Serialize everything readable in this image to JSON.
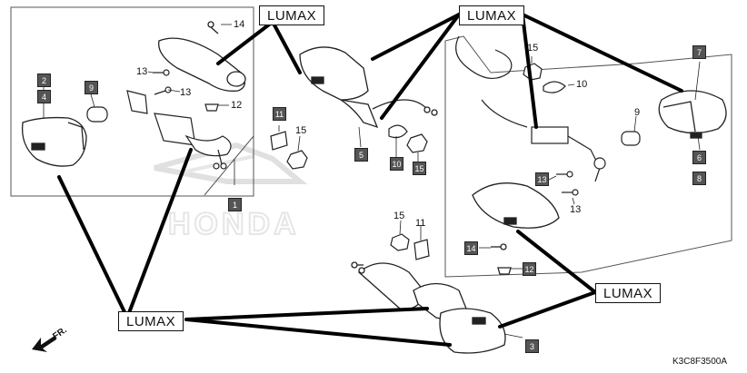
{
  "callouts": [
    "LUMAX",
    "LUMAX",
    "LUMAX",
    "LUMAX"
  ],
  "boxed_parts": [
    "2",
    "4",
    "9",
    "1",
    "11",
    "5",
    "10",
    "15",
    "7",
    "6",
    "8",
    "13",
    "14",
    "12",
    "3"
  ],
  "plain_parts": [
    "14",
    "13",
    "13",
    "12",
    "15",
    "15",
    "10",
    "9",
    "13",
    "15",
    "11"
  ],
  "fr_label": "FR.",
  "diagram_code": "K3C8F3500A"
}
